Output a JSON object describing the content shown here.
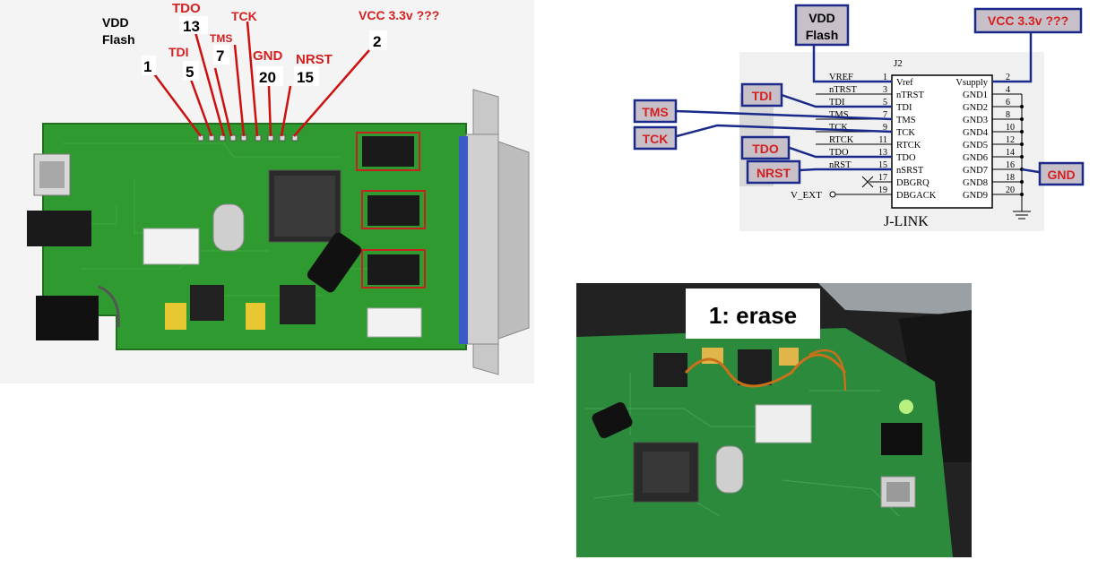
{
  "board_photo": {
    "labels": {
      "vdd": "VDD",
      "flash": "Flash",
      "tdo": "TDO",
      "tdi": "TDI",
      "tms": "TMS",
      "tck": "TCK",
      "gnd": "GND",
      "nrst": "NRST",
      "vcc": "VCC 3.3v ???"
    },
    "pins": {
      "vdd": "1",
      "tdi": "5",
      "tdo": "13",
      "tms": "7",
      "gnd": "20",
      "nrst": "15",
      "vcc": "2"
    },
    "colors": {
      "pcb": "#2f9a2f",
      "label_red": "#d42020",
      "wire": "#cc1010"
    }
  },
  "schematic": {
    "connector_ref": "J2",
    "connector_name": "J-LINK",
    "left_signals": [
      "VREF",
      "nTRST",
      "TDI",
      "TMS",
      "TCK",
      "RTCK",
      "TDO",
      "nRST"
    ],
    "left_pins": [
      "1",
      "3",
      "5",
      "7",
      "9",
      "11",
      "13",
      "15",
      "17",
      "19"
    ],
    "inner_left": [
      "Vref",
      "nTRST",
      "TDI",
      "TMS",
      "TCK",
      "RTCK",
      "TDO",
      "nSRST",
      "DBGRQ",
      "DBGACK"
    ],
    "inner_right": [
      "Vsupply",
      "GND1",
      "GND2",
      "GND3",
      "GND4",
      "GND5",
      "GND6",
      "GND7",
      "GND8",
      "GND9"
    ],
    "right_pins": [
      "2",
      "4",
      "6",
      "8",
      "10",
      "12",
      "14",
      "16",
      "18",
      "20"
    ],
    "v_ext": "V_EXT",
    "callouts": {
      "vdd": "VDD",
      "flash": "Flash",
      "vcc": "VCC 3.3v ???",
      "tdi": "TDI",
      "tms": "TMS",
      "tck": "TCK",
      "tdo": "TDO",
      "nrst": "NRST",
      "gnd": "GND"
    },
    "colors": {
      "wire": "#1a2a8a",
      "label_red": "#d42020",
      "box_fill": "#c8c0c8"
    }
  },
  "erase_photo": {
    "caption": "1: erase",
    "colors": {
      "pcb": "#2c8a3c"
    }
  }
}
